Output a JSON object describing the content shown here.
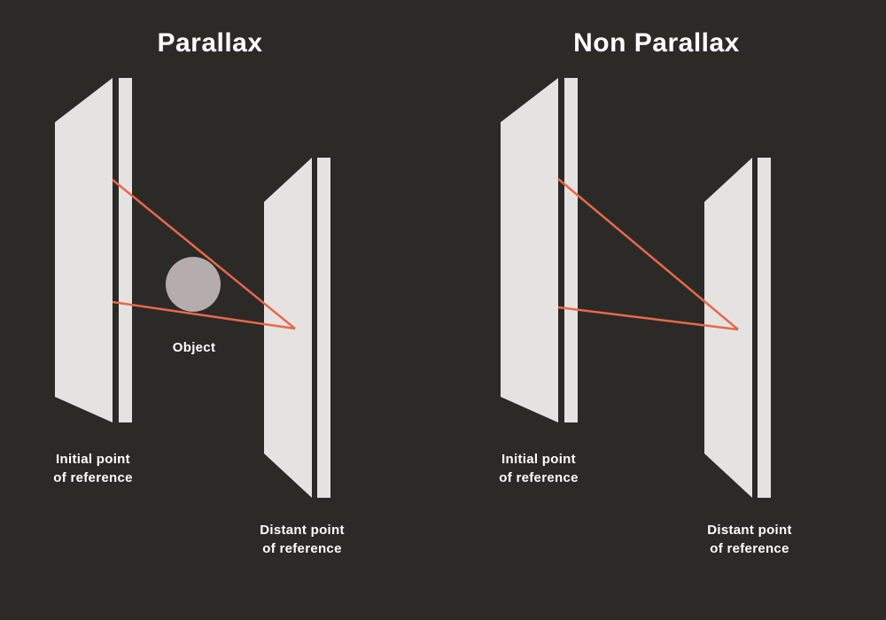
{
  "colors": {
    "background": "#2c2a27",
    "slab": "#e5e3e1",
    "accent": "#e8684a",
    "object": "#b5acac",
    "text": "#ffffff"
  },
  "panels": {
    "parallax": {
      "title": "Parallax",
      "object_label": "Object",
      "initial_label": "Initial point\nof reference",
      "distant_label": "Distant point\nof reference"
    },
    "non_parallax": {
      "title": "Non Parallax",
      "initial_label": "Initial point\nof reference",
      "distant_label": "Distant point\nof reference"
    }
  }
}
